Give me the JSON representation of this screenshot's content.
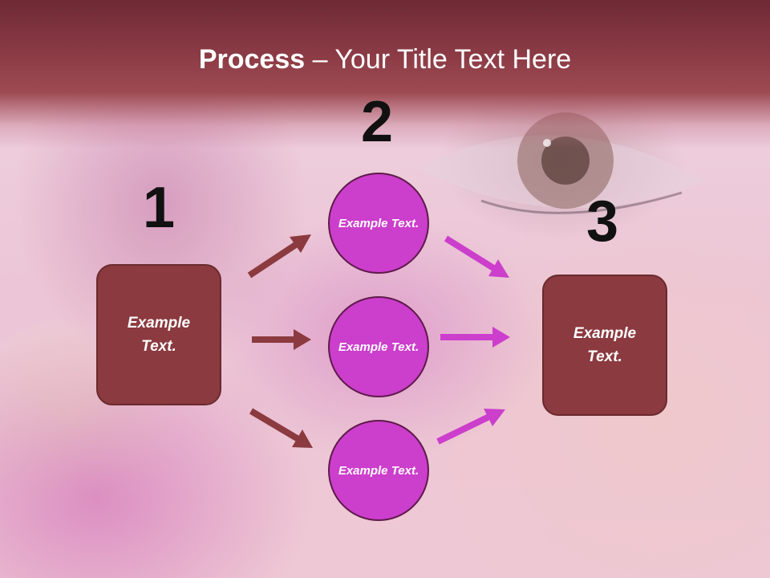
{
  "title": {
    "bold": "Process",
    "rest": " – Your Title Text Here"
  },
  "steps": {
    "one": "1",
    "two": "2",
    "three": "3"
  },
  "source_box": {
    "text": "Example Text."
  },
  "circles": [
    {
      "text": "Example Text."
    },
    {
      "text": "Example Text."
    },
    {
      "text": "Example Text."
    }
  ],
  "target_box": {
    "text": "Example Text."
  },
  "colors": {
    "box_fill": "#8b3a3f",
    "circle_fill": "#cc3ecc",
    "left_arrows": "#8b3a3f",
    "right_arrows": "#cc3ecc",
    "title_band": "#8a3a44"
  }
}
